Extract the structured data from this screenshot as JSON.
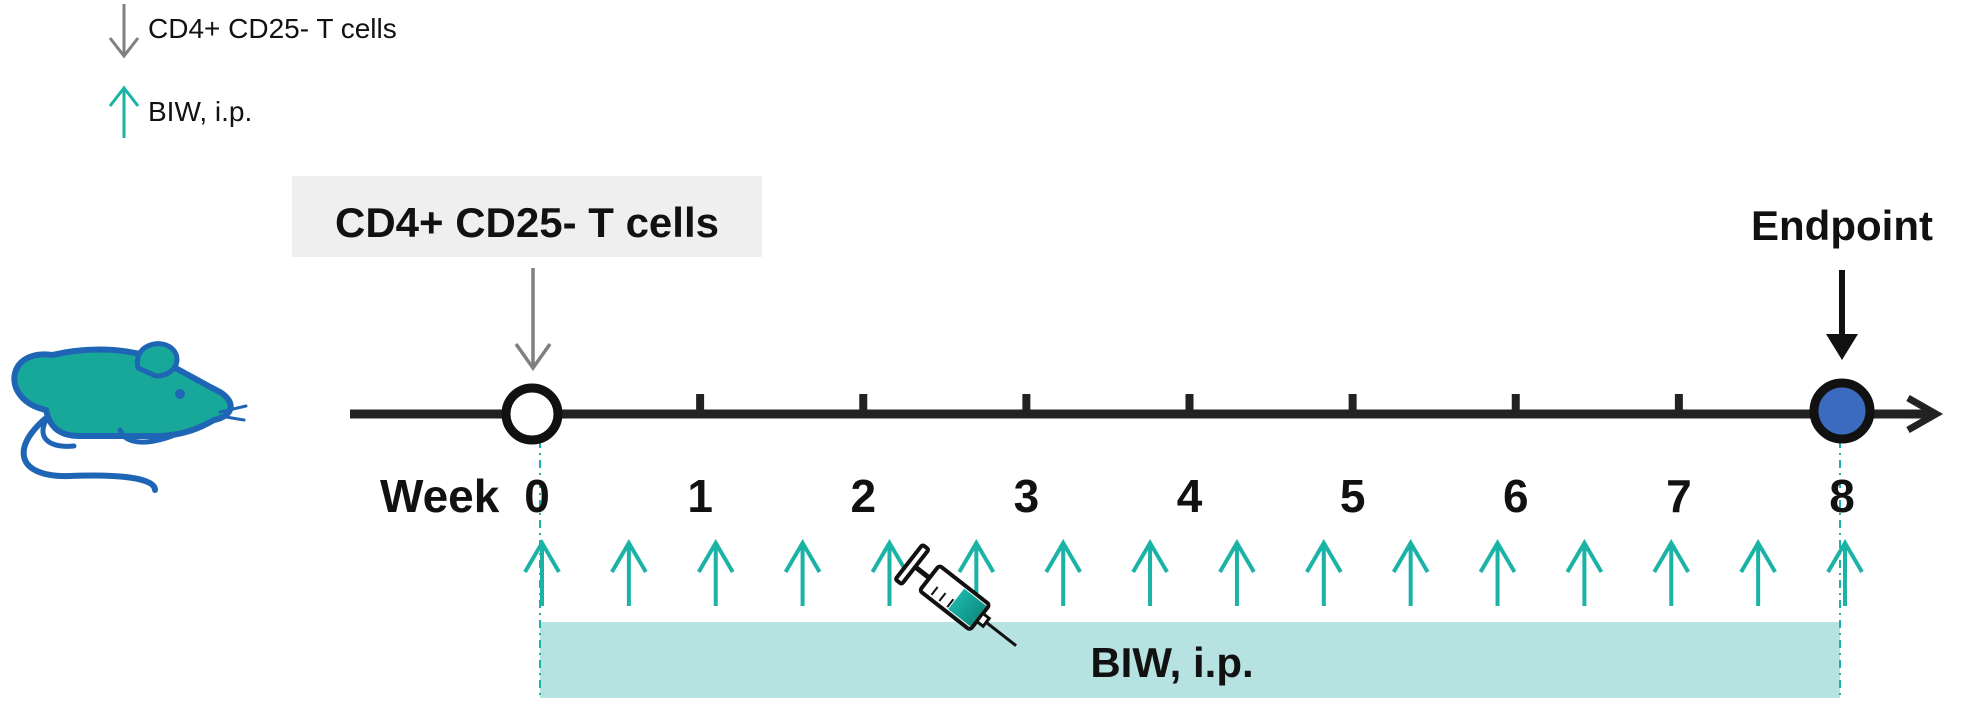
{
  "legend": {
    "items": [
      {
        "label": "CD4+ CD25- T cells",
        "arrow_direction": "down",
        "color": "#808080"
      },
      {
        "label": "BIW, i.p.",
        "arrow_direction": "up",
        "color": "#1ab3a6"
      }
    ]
  },
  "timeline": {
    "axis_label": "Week",
    "weeks": [
      "0",
      "1",
      "2",
      "3",
      "4",
      "5",
      "6",
      "7",
      "8"
    ],
    "axis_color": "#222222",
    "start_marker": {
      "week": "0",
      "fill": "#ffffff",
      "stroke": "#111111"
    },
    "end_marker": {
      "week": "8",
      "fill": "#3a6bbf",
      "stroke": "#111111"
    }
  },
  "events": {
    "cell_transfer": {
      "label": "CD4+ CD25- T cells",
      "week": "0",
      "box_color": "#efefef",
      "arrow_color": "#808080"
    },
    "endpoint": {
      "label": "Endpoint",
      "week": "8",
      "arrow_color": "#111111"
    }
  },
  "dosing": {
    "label": "BIW, i.p.",
    "dose_count": 16,
    "arrow_color": "#1ab3a6",
    "bar_color": "#b6e3e1",
    "icon": "syringe-icon"
  },
  "subject": {
    "icon": "mouse-icon",
    "body_color": "#17a89a",
    "outline_color": "#1e66b5"
  }
}
